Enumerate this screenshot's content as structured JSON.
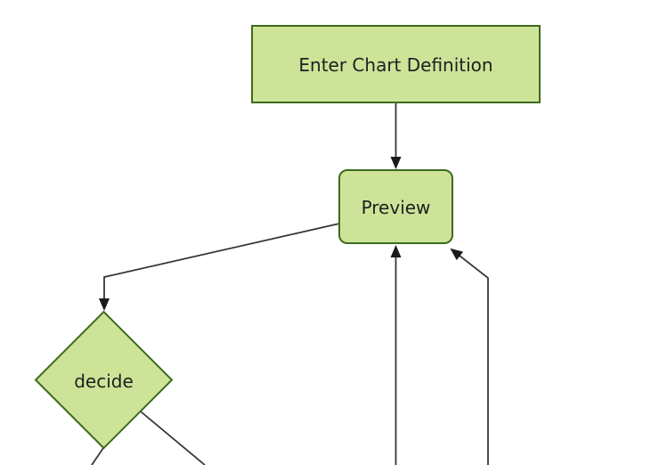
{
  "diagram": {
    "type": "flowchart",
    "direction": "top-down",
    "background": "#ffffff",
    "theme": {
      "node_fill": "#cde498",
      "node_border": "#3f6a1f",
      "edge_color": "#333333",
      "arrowhead_color": "#1a1a1a",
      "text_color": "#1f1f1f"
    },
    "nodes": [
      {
        "id": "enter-chart-definition",
        "shape": "rectangle",
        "label": "Enter Chart Definition"
      },
      {
        "id": "preview",
        "shape": "rounded-rectangle",
        "label": "Preview"
      },
      {
        "id": "decide",
        "shape": "diamond",
        "label": "decide"
      }
    ],
    "edges": [
      {
        "from": "enter-chart-definition",
        "to": "preview",
        "arrow": true
      },
      {
        "from": "preview",
        "to": "decide",
        "arrow": true
      },
      {
        "from": "offscreen-bottom-center",
        "to": "preview",
        "arrow": true
      },
      {
        "from": "offscreen-bottom-right",
        "to": "preview",
        "arrow": true
      },
      {
        "from": "decide",
        "to": "offscreen-bottom-left",
        "arrow": false
      },
      {
        "from": "decide",
        "to": "offscreen-bottom-right",
        "arrow": false
      }
    ]
  }
}
